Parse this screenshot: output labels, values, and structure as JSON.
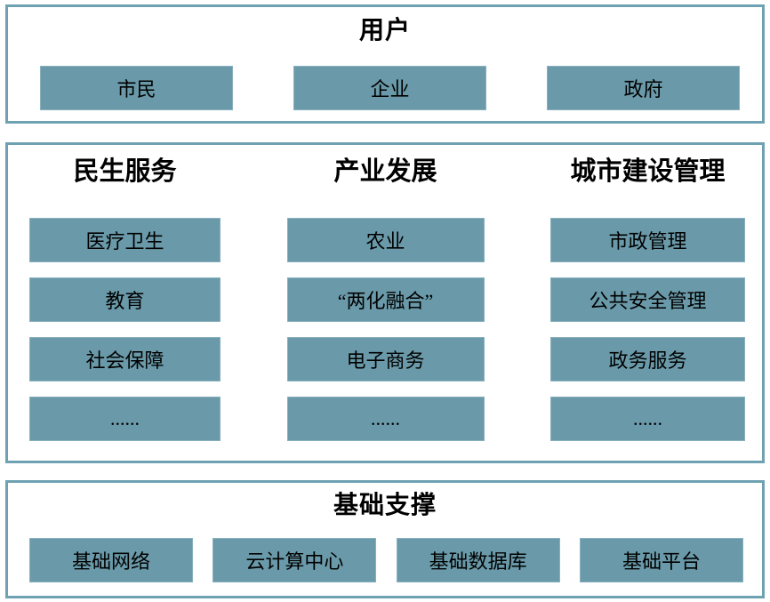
{
  "colors": {
    "panel_border": "#6ea2b2",
    "box_fill": "#6a9aa9",
    "box_border": "#88b0bd",
    "background": "#ffffff",
    "text": "#000000"
  },
  "users_panel": {
    "title": "用户",
    "items": [
      "市民",
      "企业",
      "政府"
    ]
  },
  "services_panel": {
    "columns": [
      {
        "header": "民生服务",
        "items": [
          "医疗卫生",
          "教育",
          "社会保障",
          "......"
        ]
      },
      {
        "header": "产业发展",
        "items": [
          "农业",
          "“两化融合”",
          "电子商务",
          "......"
        ]
      },
      {
        "header": "城市建设管理",
        "items": [
          "市政管理",
          "公共安全管理",
          "政务服务",
          "......"
        ]
      }
    ]
  },
  "foundation_panel": {
    "title": "基础支撑",
    "items": [
      "基础网络",
      "云计算中心",
      "基础数据库",
      "基础平台"
    ]
  }
}
